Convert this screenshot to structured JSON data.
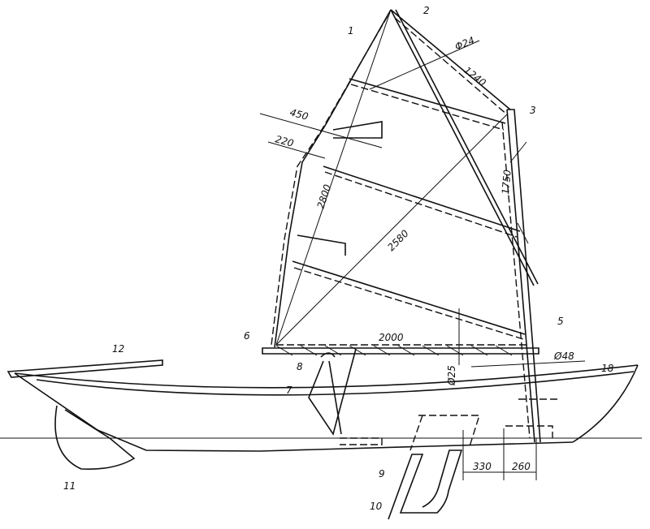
{
  "callouts": {
    "c1": "1",
    "c2": "2",
    "c3": "3",
    "c5": "5",
    "c6": "6",
    "c7": "7",
    "c8": "8",
    "c9": "9",
    "c10": "10",
    "c11": "11",
    "c12": "12",
    "c18": "18"
  },
  "dimensions": {
    "sprit_diameter": "Φ24",
    "leech": "1240",
    "batten_450": "450",
    "batten_220": "220",
    "luff_diag": "2800",
    "mast_len": "1750",
    "diag": "2580",
    "boom": "2000",
    "boom_diameter": "Ø25",
    "mast_diameter": "Ø48",
    "dim_330": "330",
    "dim_260": "260"
  }
}
